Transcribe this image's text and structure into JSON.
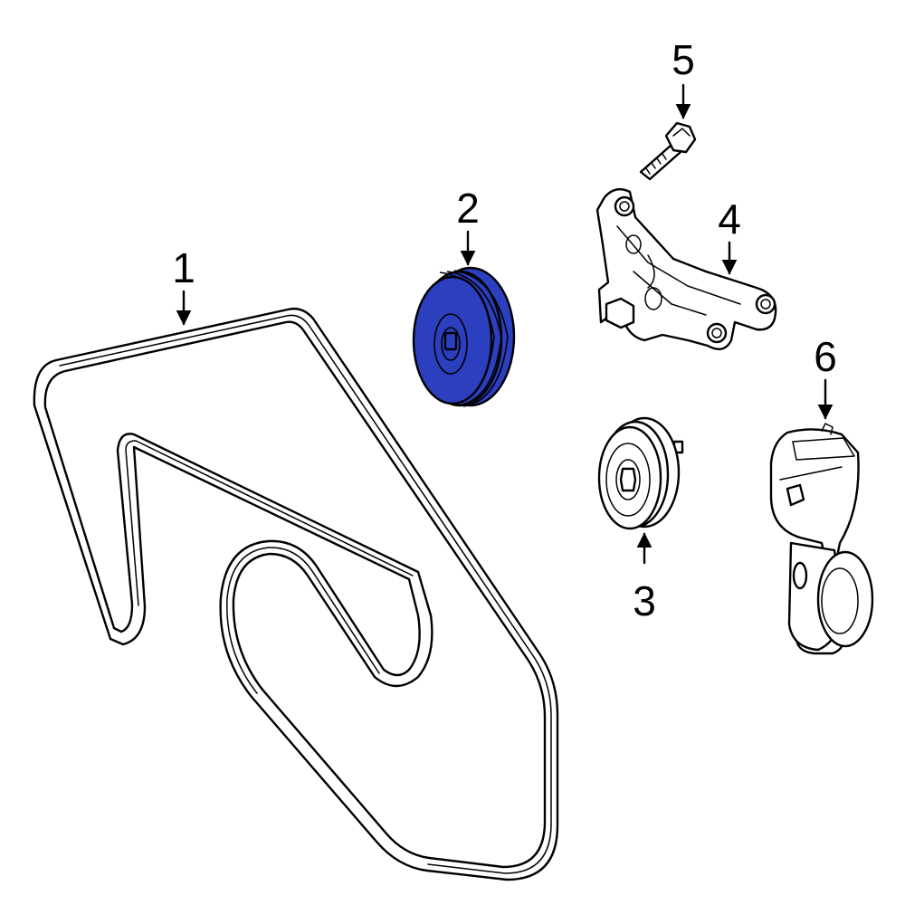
{
  "diagram": {
    "highlight_color": "#2b3fbf",
    "highlighted_callout": "2",
    "callouts": [
      {
        "id": "1",
        "label": "1"
      },
      {
        "id": "2",
        "label": "2"
      },
      {
        "id": "3",
        "label": "3"
      },
      {
        "id": "4",
        "label": "4"
      },
      {
        "id": "5",
        "label": "5"
      },
      {
        "id": "6",
        "label": "6"
      }
    ]
  }
}
